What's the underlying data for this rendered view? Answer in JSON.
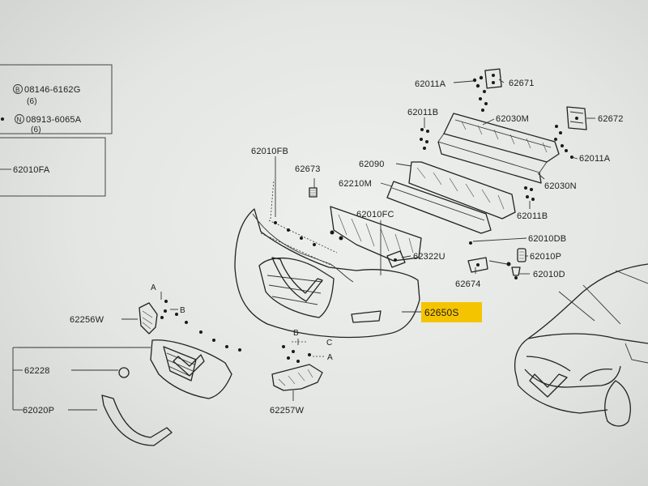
{
  "diagram": {
    "legend": {
      "bolt_code": "08146-6162G",
      "bolt_symbol": "B",
      "bolt_qty": "(6)",
      "nut_code": "08913-6065A",
      "nut_symbol": "N",
      "nut_qty": "(6)",
      "grille_insert": "62010FA"
    },
    "parts": {
      "p62011A_top": "62011A",
      "p62671": "62671",
      "p62011B_top": "62011B",
      "p62030M": "62030M",
      "p62672": "62672",
      "p62010FB": "62010FB",
      "p62673": "62673",
      "p62090": "62090",
      "p62011A_right": "62011A",
      "p62210M": "62210M",
      "p62030N": "62030N",
      "p62010FC": "62010FC",
      "p62011B_right": "62011B",
      "p62010DB": "62010DB",
      "p62322U": "62322U",
      "p62010P": "62010P",
      "p62674": "62674",
      "p62010D": "62010D",
      "p62650S": "62650S",
      "p62256W": "62256W",
      "p62228": "62228",
      "p62020P": "62020P",
      "p62257W": "62257W"
    },
    "refs": {
      "a1": "A",
      "b1": "B",
      "b2": "B",
      "c2": "C",
      "a2": "A"
    },
    "colors": {
      "highlight": "#f5c400",
      "ink": "#222222"
    }
  }
}
